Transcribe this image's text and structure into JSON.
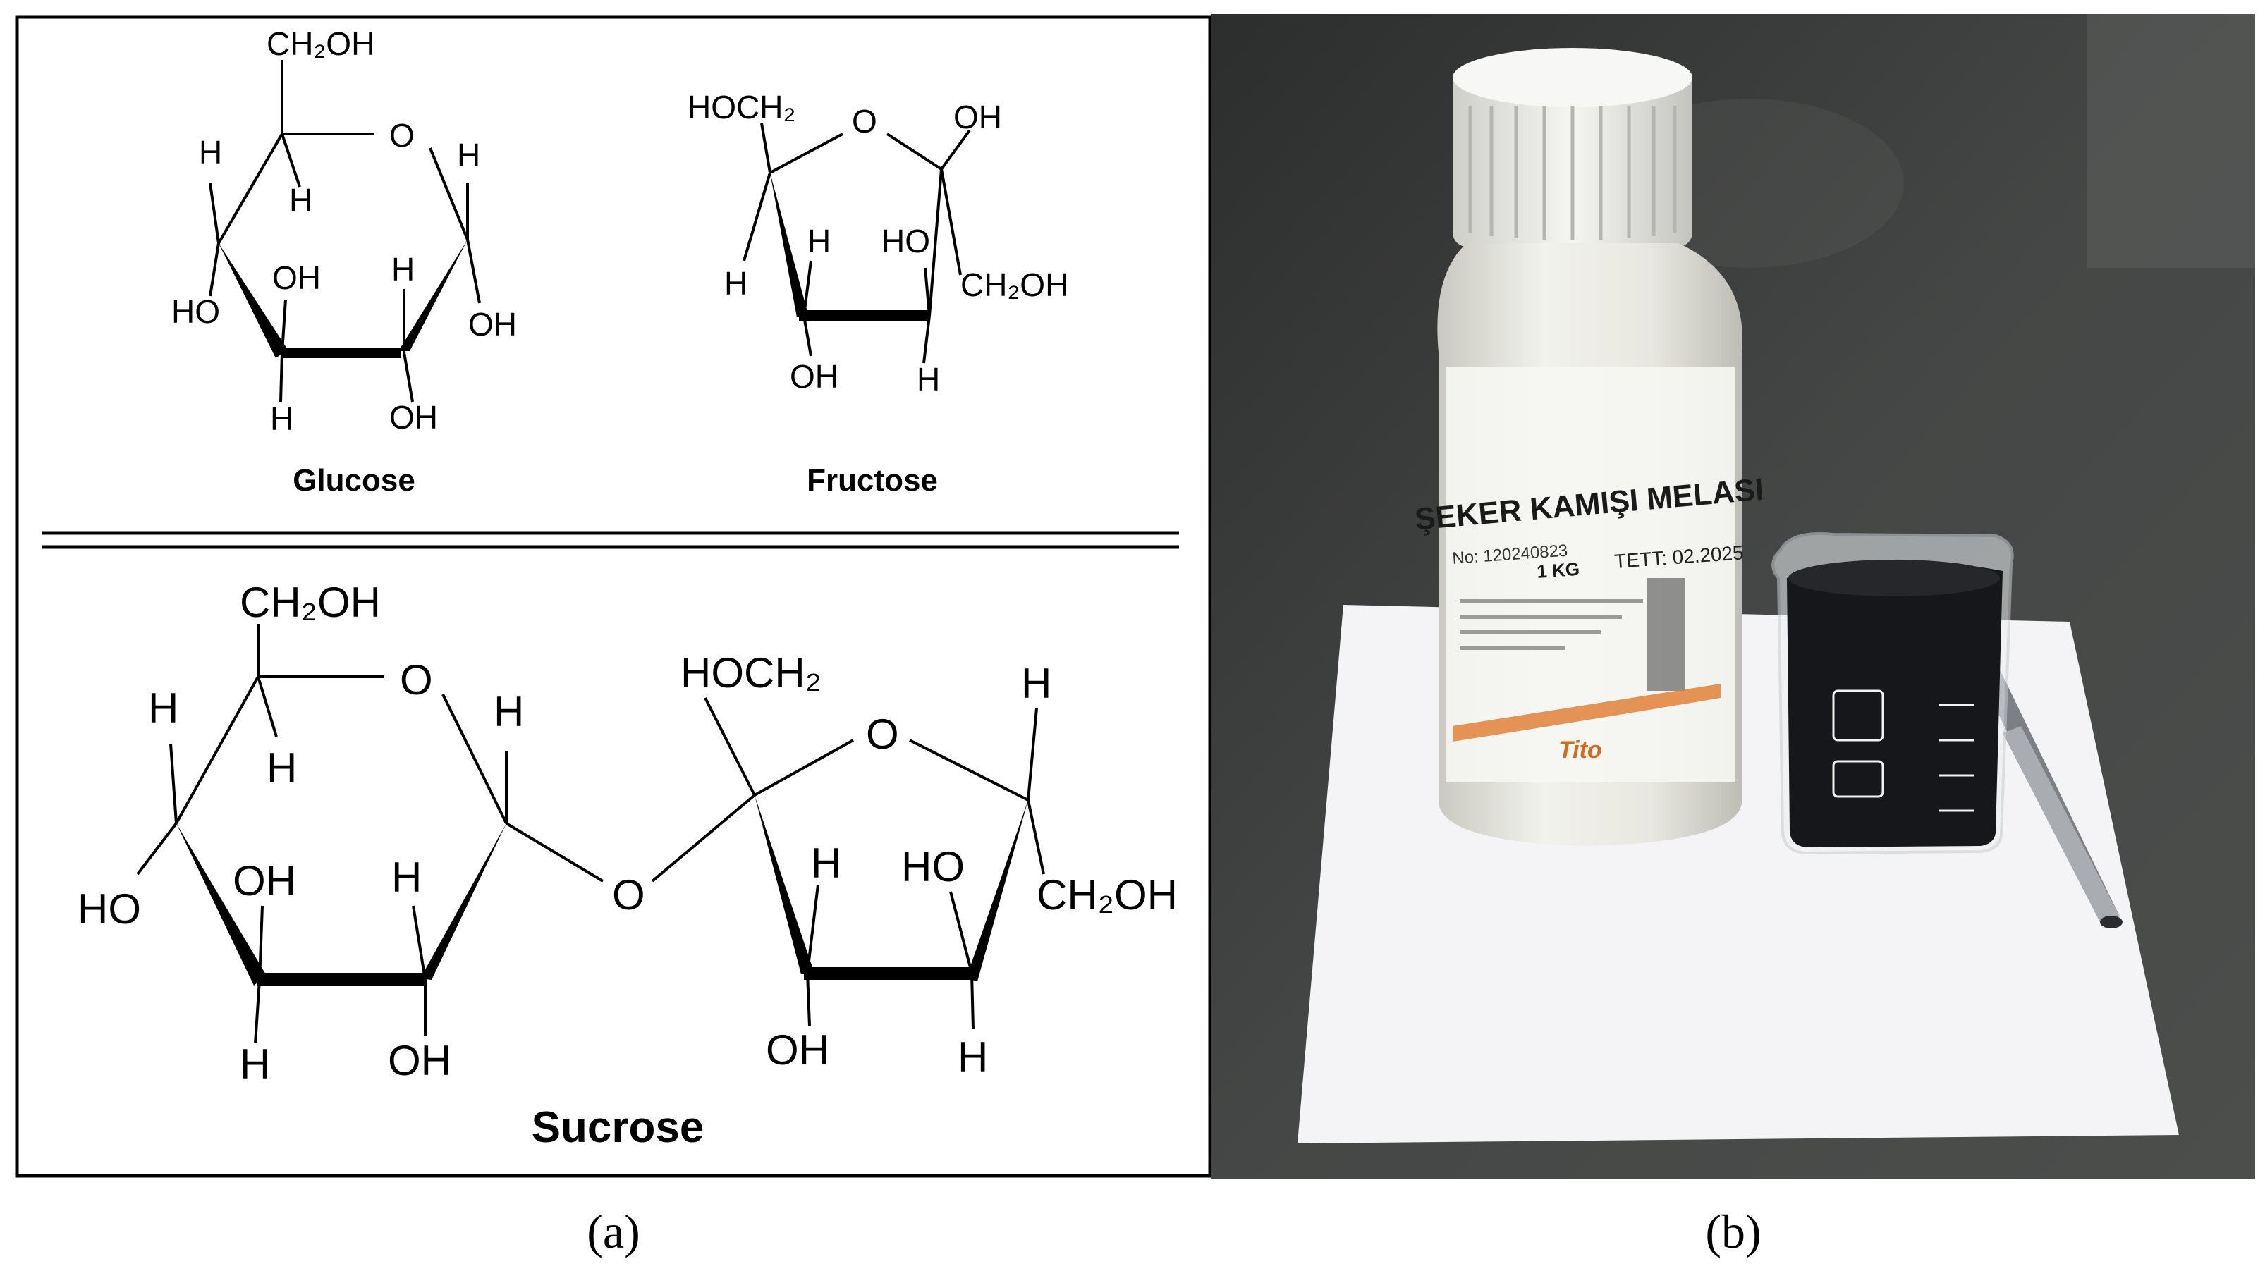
{
  "panel_a": {
    "glucose": {
      "name": "Glucose",
      "labels": {
        "ch2oh": "CH₂OH",
        "o": "O",
        "h_c5": "H",
        "h_c4up": "H",
        "h_c1": "H",
        "ho_c4": "HO",
        "oh_c3": "OH",
        "h_c2": "H",
        "oh_c1": "OH",
        "h_c3": "H",
        "oh_c2": "OH"
      }
    },
    "fructose": {
      "name": "Fructose",
      "labels": {
        "hoch2": "HOCH₂",
        "o": "O",
        "oh_c2": "OH",
        "h_c5": "H",
        "h_c4": "H",
        "ho_c3": "HO",
        "ch2oh": "CH₂OH",
        "oh_c4": "OH",
        "h_c3": "H"
      }
    },
    "sucrose": {
      "name": "Sucrose",
      "labels": {
        "ch2oh_g": "CH₂OH",
        "o_g": "O",
        "h_c5": "H",
        "h_c4up": "H",
        "h_c1": "H",
        "ho_c4": "HO",
        "oh_c3": "OH",
        "h_c2": "H",
        "h_c3": "H",
        "oh_c2": "OH",
        "o_link": "O",
        "hoch2": "HOCH₂",
        "o_f": "O",
        "h_f5": "H",
        "h_f3": "H",
        "ho_f4": "HO",
        "ch2oh_f": "CH₂OH",
        "oh_f3": "OH",
        "h_f4": "H"
      }
    },
    "caption": "(a)"
  },
  "panel_b": {
    "bottle_label": "ŞEKER KAMIŞI MELASI",
    "bottle_weight": "1 KG",
    "bottle_lot": "No: 120240823",
    "bottle_expiry": "TETT: 02.2025",
    "brand": "Tito",
    "caption": "(b)"
  },
  "colors": {
    "ink": "#000000",
    "bench": "#3a3b3a",
    "paper": "#f4f4f6",
    "bottle": "#ecece6",
    "liquid": "#16171a"
  }
}
